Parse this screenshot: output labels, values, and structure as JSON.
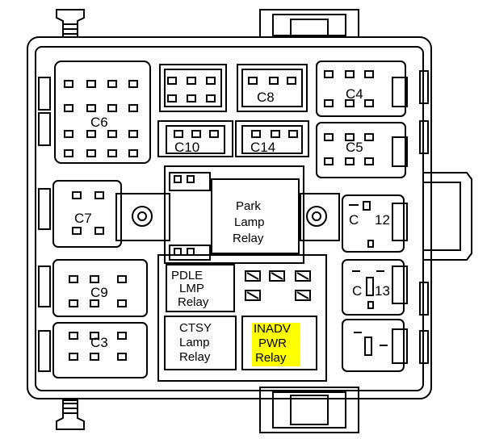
{
  "diagram": {
    "connectors": {
      "c6": "C6",
      "c8": "C8",
      "c10": "C10",
      "c14": "C14",
      "c4": "C4",
      "c5": "C5",
      "c7": "C7",
      "c9": "C9",
      "c3": "C3",
      "c12_prefix": "C",
      "c12_num": "12",
      "c13_prefix": "C",
      "c13_num": "13"
    },
    "relays": {
      "park_lamp": [
        "Park",
        "Lamp",
        "Relay"
      ],
      "pdle_lmp": [
        "PDLE",
        "LMP",
        "Relay"
      ],
      "ctsy_lamp": [
        "CTSY",
        "Lamp",
        "Relay"
      ],
      "inadv_pwr": [
        "INADV",
        "PWR",
        "Relay"
      ]
    },
    "colors": {
      "highlight": "#ffff00",
      "line": "#000000",
      "background": "#ffffff"
    }
  }
}
